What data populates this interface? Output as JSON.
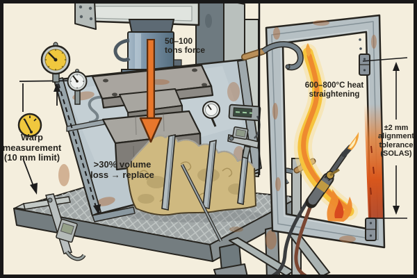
{
  "labels": {
    "force": "50–100\ntons force",
    "volume_loss": ">30% volume\nloss → replace",
    "warp": "Warp\nmeasurement\n(10 mm limit)",
    "heat": "600–800°C heat\nstraightening",
    "tolerance": "±2 mm\nalignment\ntolerance\n(SOLAS)"
  },
  "colors": {
    "background": "#f4eedd",
    "border": "#181818",
    "text_ink": "#26241f",
    "panel_blue": "#bcc8ce",
    "wool_tan": "#cfb980",
    "arrow_orange": "#e8772c",
    "gauge_yellow": "#f0c83e",
    "flame_yellow": "#f6c43d",
    "rust": "#a9693c",
    "steel_light": "#ccd2cd"
  },
  "scene_objects": [
    "hydraulic-press",
    "press-cylinder",
    "force-arrow",
    "steel-press-plate",
    "press-blocks",
    "insulated-door-panel",
    "mineral-wool-core",
    "panel-stiffeners",
    "probe-rod",
    "work-table",
    "digital-caliper",
    "dial-indicator-large",
    "dial-indicator-small",
    "warp-gauge-icon",
    "pressure-gauge",
    "digital-readout",
    "edge-caliper",
    "door-frame",
    "hinge-top",
    "hinge-bottom",
    "c-clamp-top",
    "c-clamp-mid",
    "gas-torch",
    "torch-hoses",
    "flame",
    "heated-stile-glow",
    "alignment-measure-line",
    "warp-measure-line",
    "dashed-edge-line"
  ]
}
